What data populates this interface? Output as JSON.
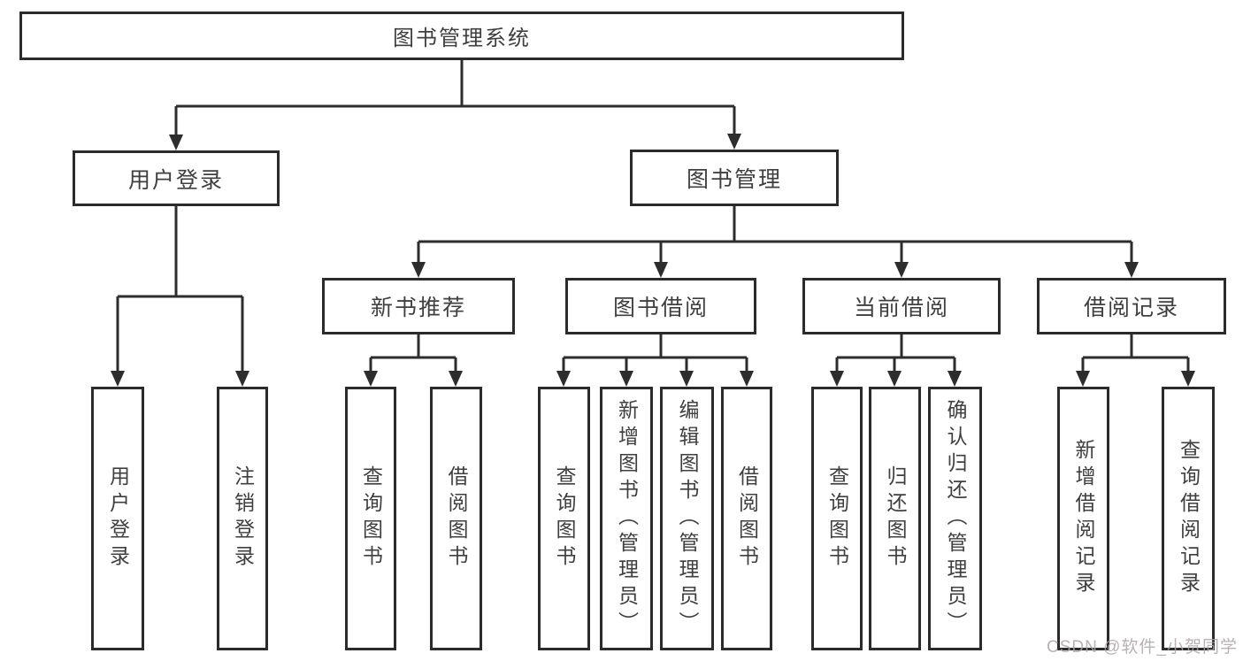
{
  "diagram": {
    "root": {
      "label": "图书管理系统"
    },
    "branches": [
      {
        "label": "用户登录",
        "leaves": [
          {
            "label": "用户登录"
          },
          {
            "label": "注销登录"
          }
        ]
      },
      {
        "label": "图书管理",
        "children": [
          {
            "label": "新书推荐",
            "leaves": [
              {
                "label": "查询图书"
              },
              {
                "label": "借阅图书"
              }
            ]
          },
          {
            "label": "图书借阅",
            "leaves": [
              {
                "label": "查询图书"
              },
              {
                "label": "新增图书（管理员）"
              },
              {
                "label": "编辑图书（管理员）"
              },
              {
                "label": "借阅图书"
              }
            ]
          },
          {
            "label": "当前借阅",
            "leaves": [
              {
                "label": "查询图书"
              },
              {
                "label": "归还图书"
              },
              {
                "label": "确认归还（管理员）"
              }
            ]
          },
          {
            "label": "借阅记录",
            "leaves": [
              {
                "label": "新增借阅记录"
              },
              {
                "label": "查询借阅记录"
              }
            ]
          }
        ]
      }
    ],
    "watermark": "CSDN @软件_小贺同学",
    "colors": {
      "line": "#2d2d2d",
      "border": "#2b2b2b",
      "text": "#3f3f3f",
      "watermark": "#aca5a5",
      "background": "#ffffff"
    }
  }
}
